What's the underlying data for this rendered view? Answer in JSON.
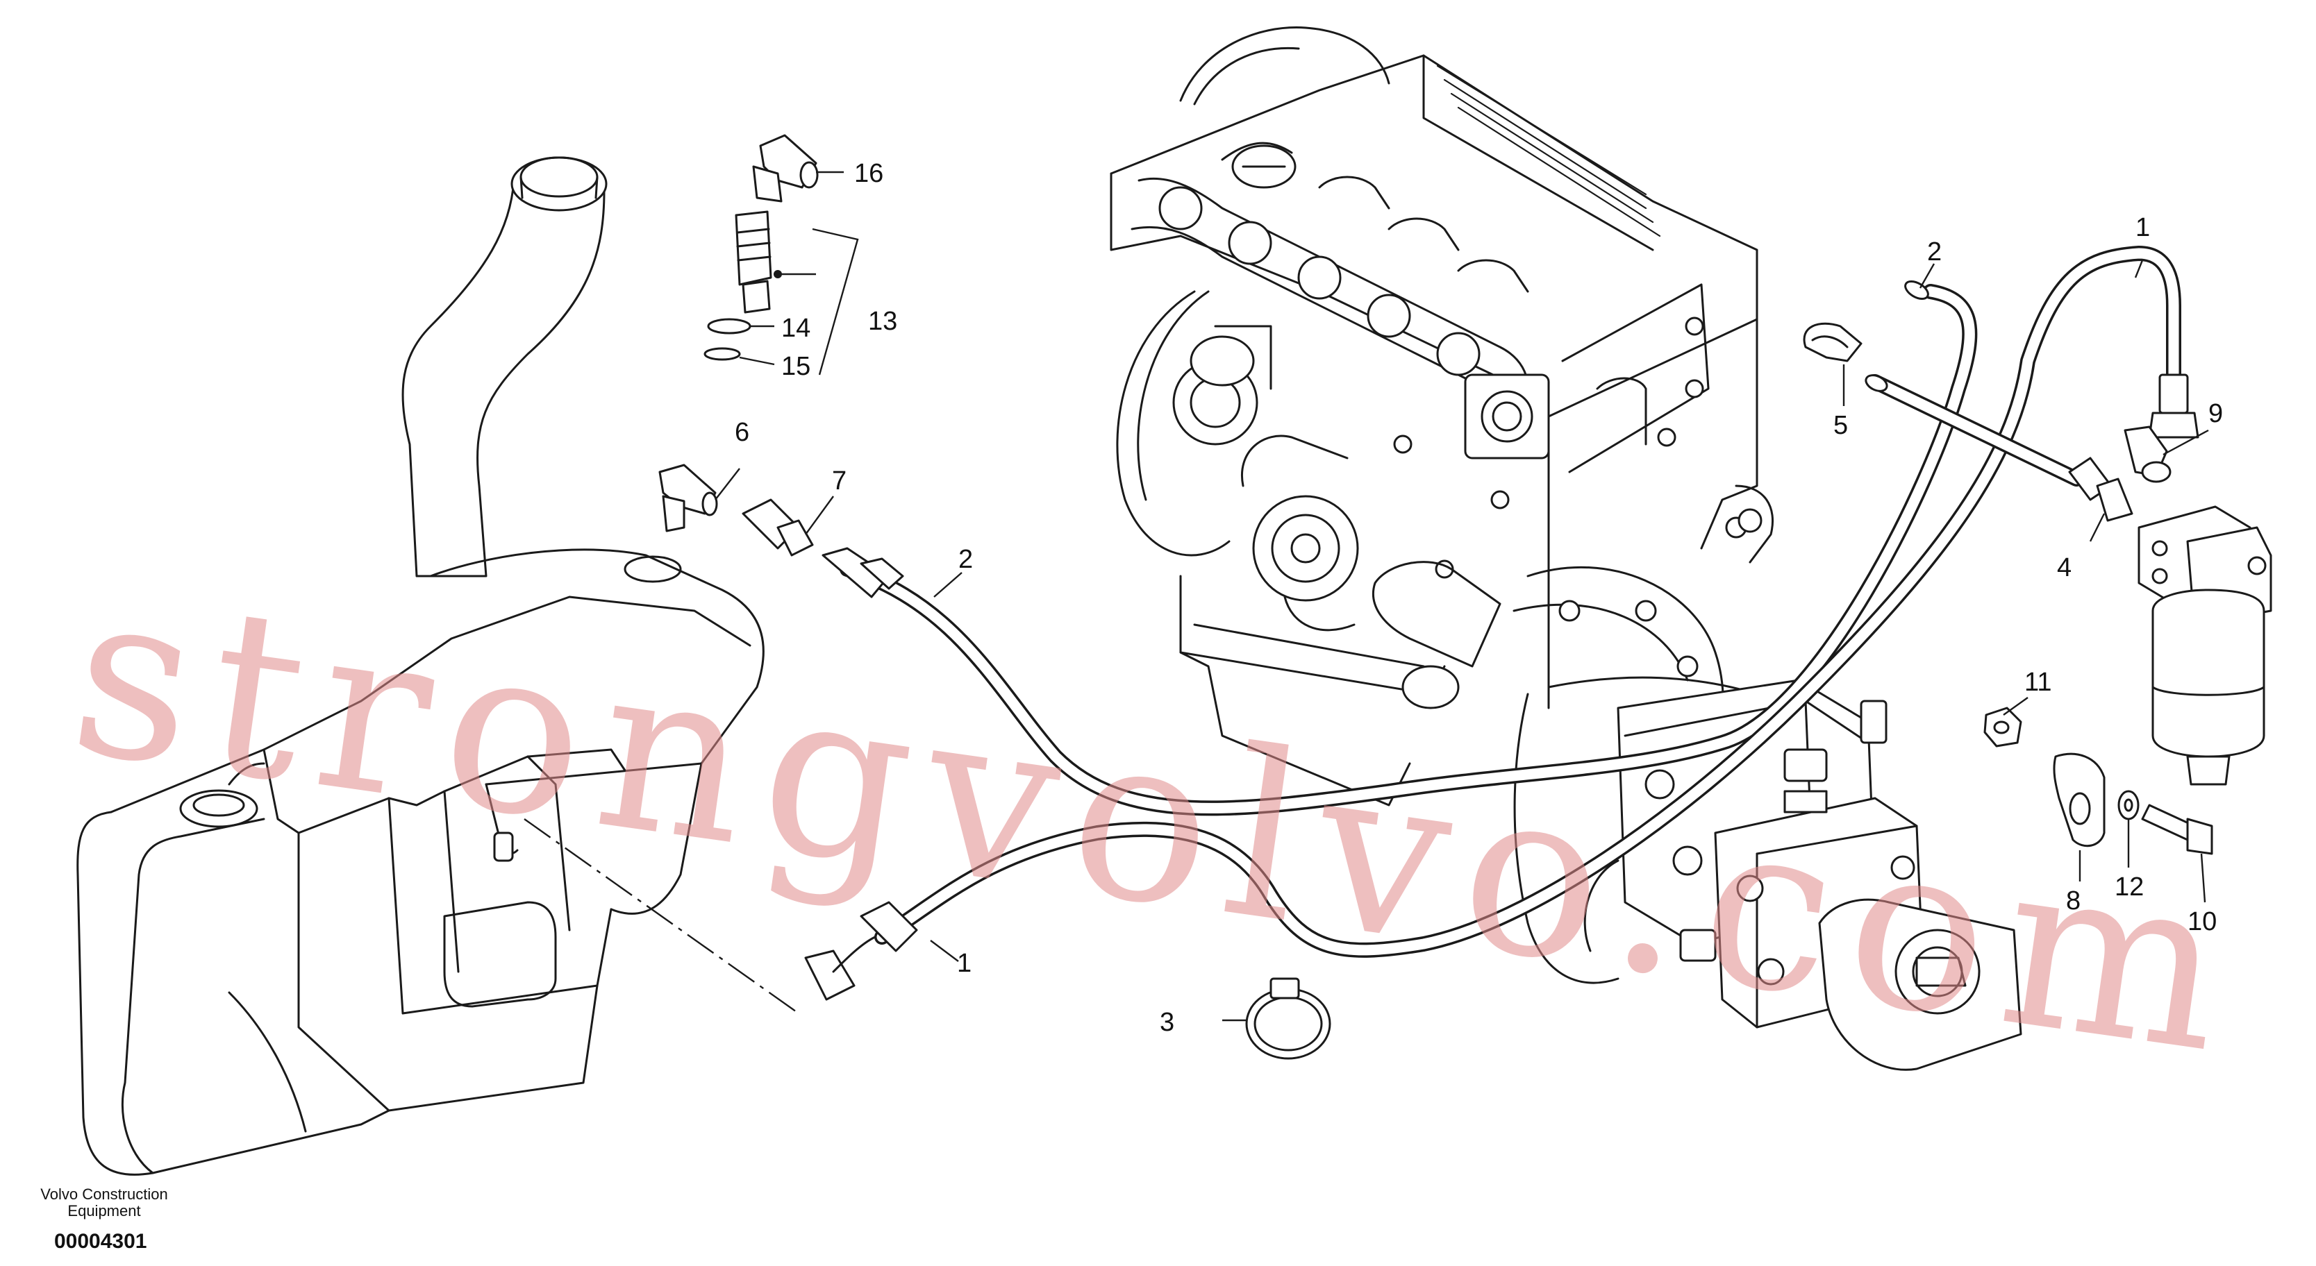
{
  "document": {
    "manufacturer": "Volvo Construction Equipment",
    "manufacturer_line1": "Volvo Construction",
    "manufacturer_line2": "Equipment",
    "drawing_number": "00004301"
  },
  "watermark": {
    "text": "strongvolvo.com",
    "color": "#e08a8a"
  },
  "callouts": {
    "c1a": "1",
    "c1b": "1",
    "c2a": "2",
    "c2b": "2",
    "c3": "3",
    "c4": "4",
    "c5": "5",
    "c6": "6",
    "c7": "7",
    "c8": "8",
    "c9": "9",
    "c10": "10",
    "c11": "11",
    "c12": "12",
    "c13": "13",
    "c14": "14",
    "c15": "15",
    "c16": "16"
  },
  "components": [
    "hydraulic-tank",
    "engine",
    "hydraulic-pump",
    "fuel-filter",
    "hose-1",
    "hose-2",
    "clamp-3",
    "hose-4",
    "clip-5",
    "elbow-6",
    "adapter-7",
    "clip-8",
    "elbow-9",
    "screw-10",
    "nut-11",
    "washer-12",
    "valve-13",
    "o-ring-14",
    "o-ring-15",
    "elbow-16"
  ]
}
